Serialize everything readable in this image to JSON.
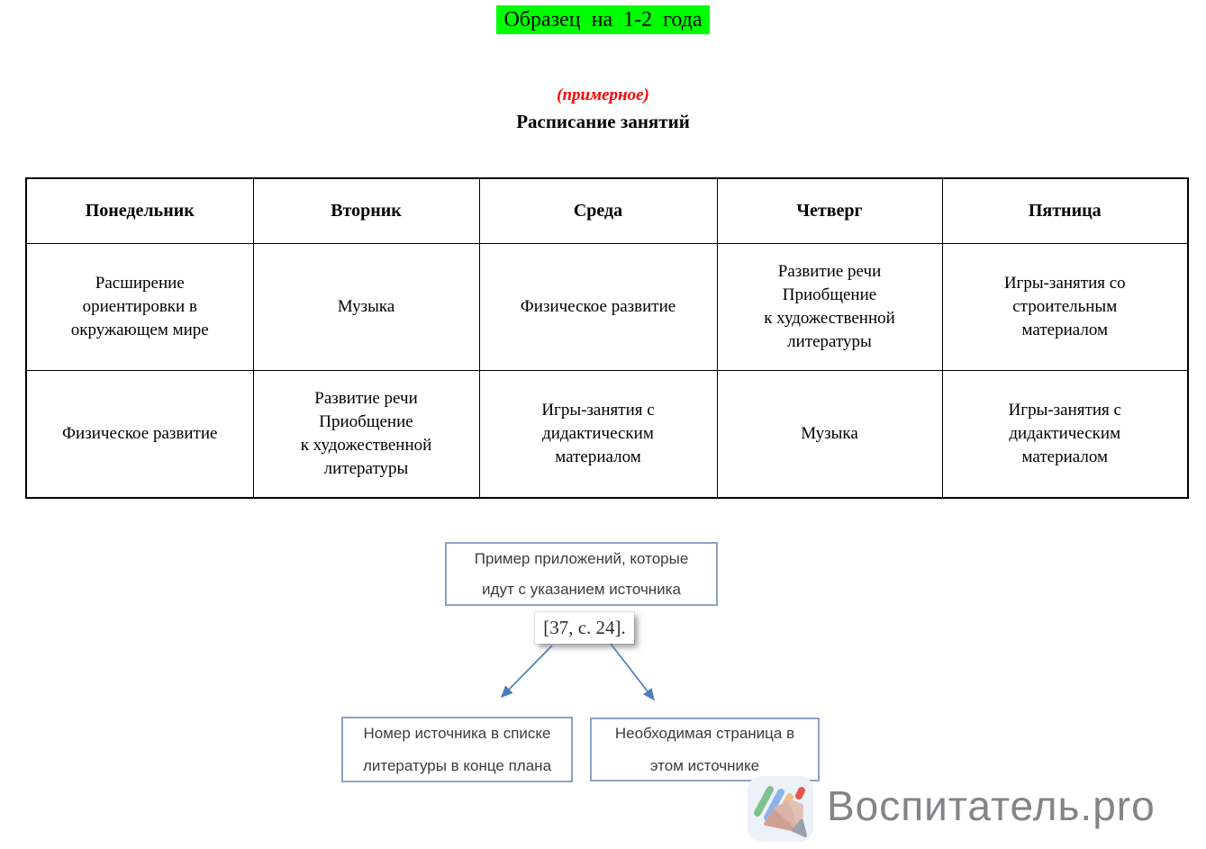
{
  "page": {
    "highlight_title": "Образец на 1-2 года",
    "note": "(примерное)",
    "title": "Расписание занятий"
  },
  "colors": {
    "highlight": "#00ff00",
    "note_text": "#ff0000",
    "table_border": "#000000",
    "diagram_box_border": "#8aa3c4",
    "arrow": "#4a7ebb",
    "logo_text": "#828487"
  },
  "table": {
    "headers": [
      "Понедельник",
      "Вторник",
      "Среда",
      "Четверг",
      "Пятница"
    ],
    "rows": [
      {
        "cells": [
          "Расширение\nориентировки в\nокружающем мире",
          "Музыка",
          "Физическое развитие",
          "Развитие речи\nПриобщение\nк художественной\nлитературы",
          "Игры-занятия со\nстроительным\nматериалом"
        ]
      },
      {
        "cells": [
          "Физическое развитие",
          "Развитие речи\nПриобщение\nк художественной\nлитературы",
          "Игры-занятия с\nдидактическим\nматериалом",
          "Музыка",
          "Игры-занятия с\nдидактическим\nматериалом"
        ]
      }
    ]
  },
  "diagram": {
    "top_box": "Пример приложений, которые\nидут с указанием источника",
    "citation": "[37, с. 24].",
    "left_box": "Номер источника в списке\nлитературы в конце плана",
    "right_box": "Необходимая страница в\nэтом источнике"
  },
  "branding": {
    "logo_text": "Воспитатель.pro",
    "logo_icon": "colored-pencil-icon"
  }
}
